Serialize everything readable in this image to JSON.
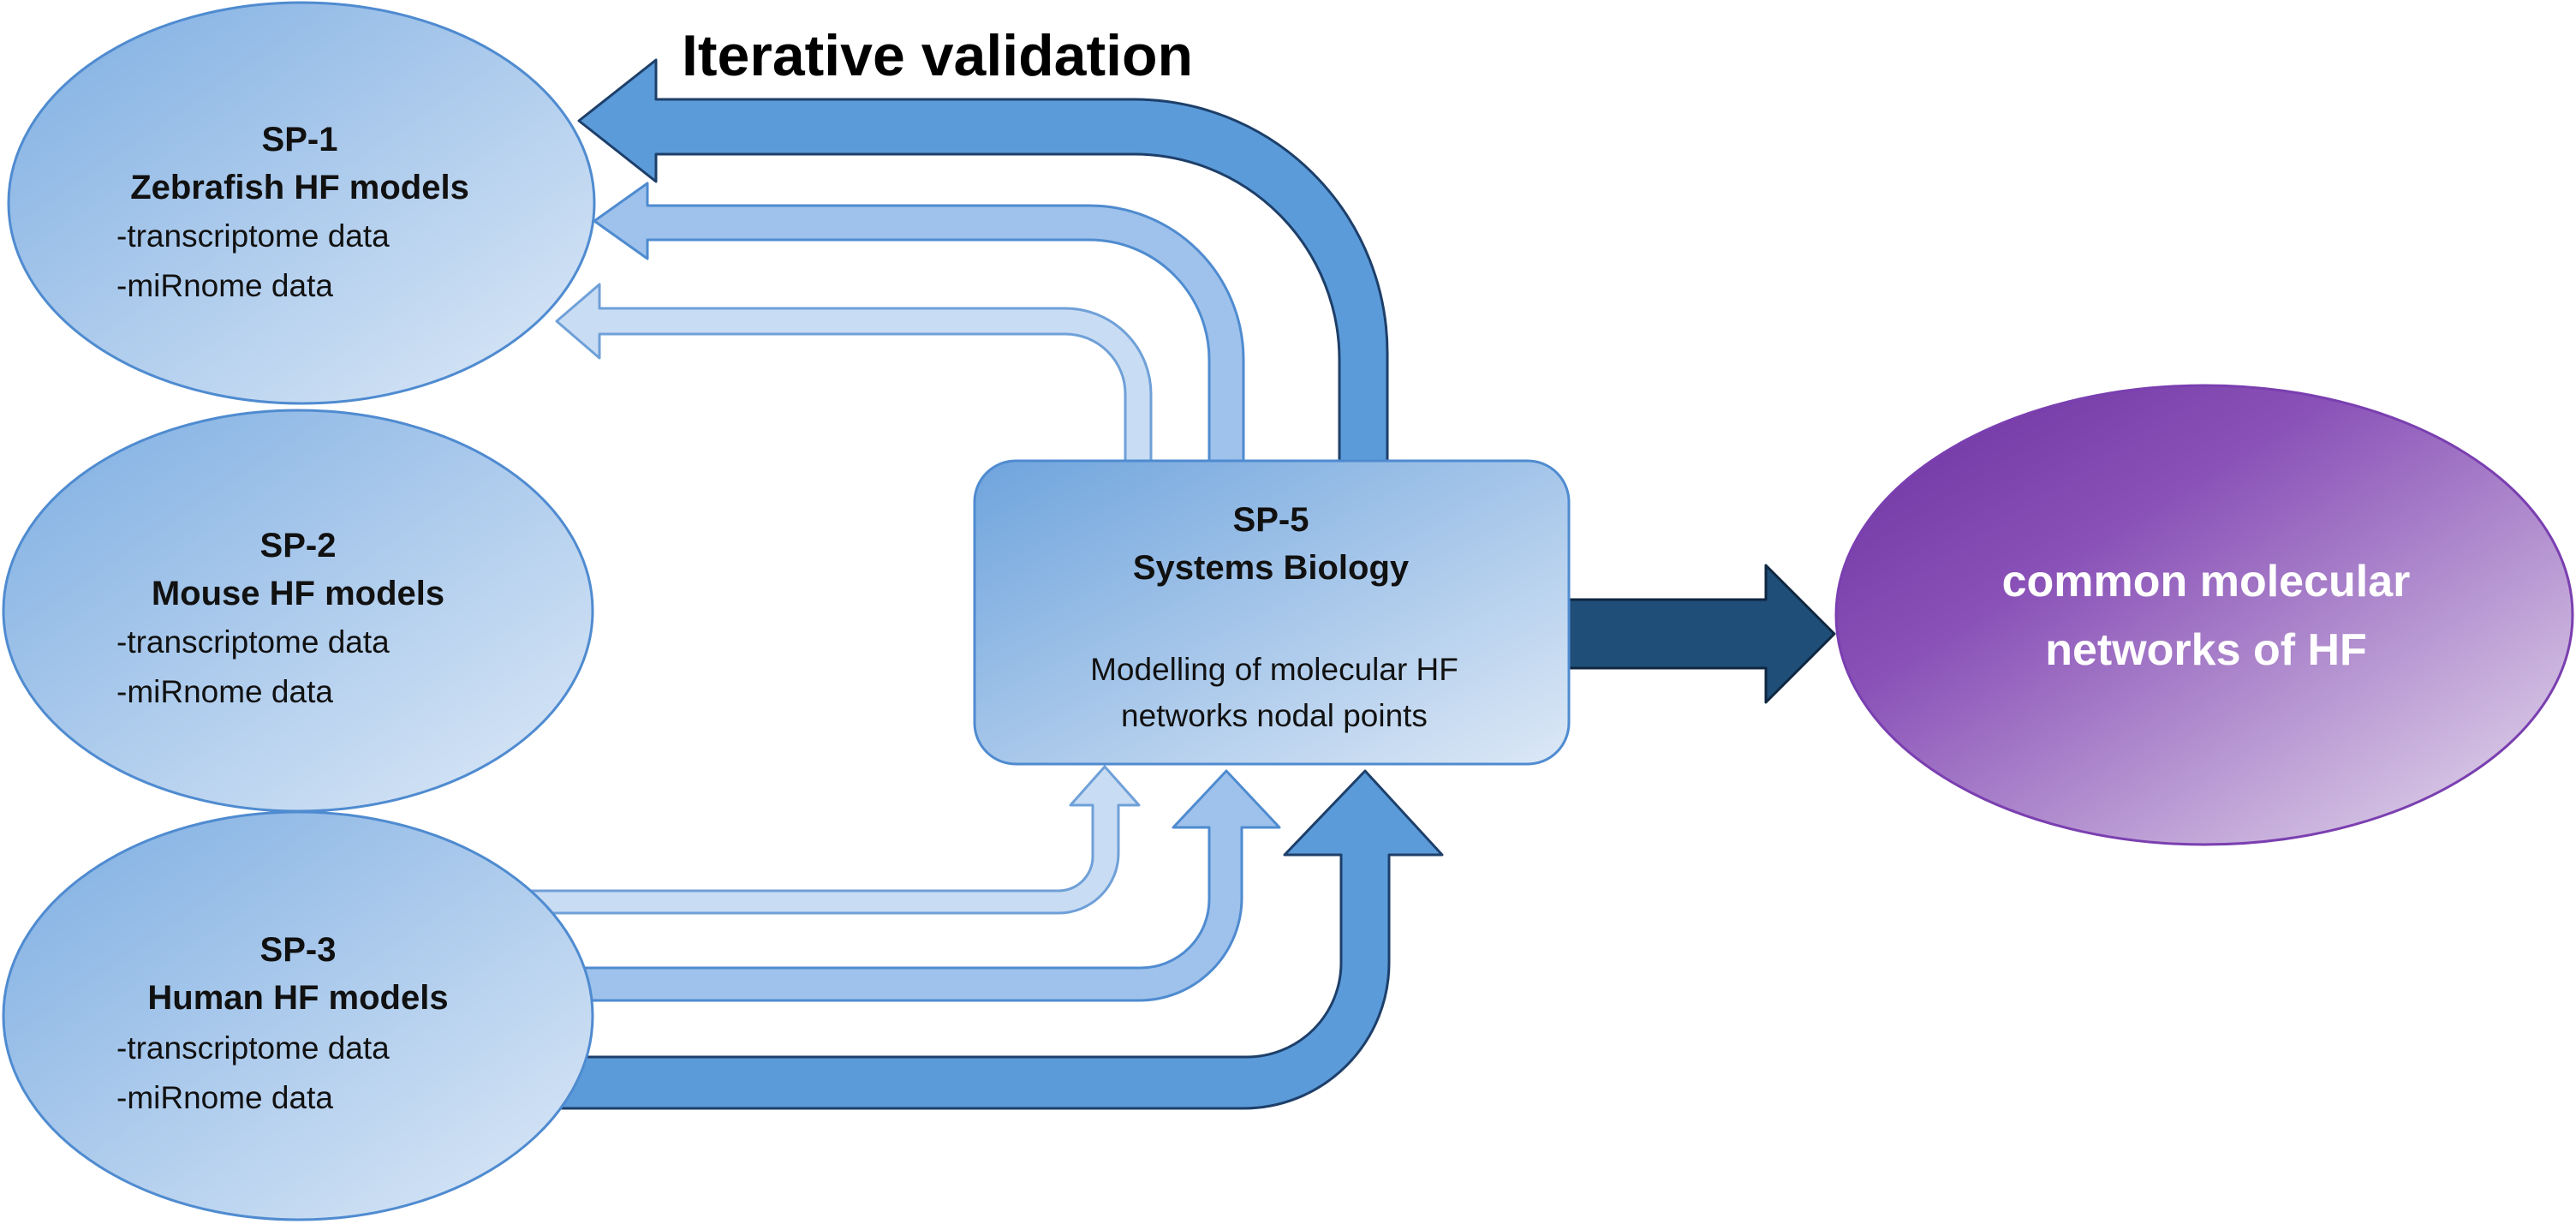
{
  "title": "Iterative validation",
  "nodes": {
    "sp1": {
      "id": "SP-1",
      "name": "Zebrafish HF models",
      "items": [
        "-transcriptome data",
        "-miRnome data"
      ]
    },
    "sp2": {
      "id": "SP-2",
      "name": "Mouse HF models",
      "items": [
        "-transcriptome data",
        "-miRnome data"
      ]
    },
    "sp3": {
      "id": "SP-3",
      "name": "Human HF models",
      "items": [
        "-transcriptome data",
        "-miRnome data"
      ]
    },
    "sp5": {
      "id": "SP-5",
      "name": "Systems Biology",
      "desc": [
        "Modelling of molecular HF",
        "networks nodal points"
      ]
    },
    "outcome": {
      "lines": [
        "common molecular",
        "networks of HF"
      ]
    }
  },
  "colors": {
    "arrow_dark": "#5b9bd9",
    "arrow_mid": "#9ec2eb",
    "arrow_light": "#c8dcf3",
    "output_arrow": "#1f4e79",
    "stroke": "#2f6db5",
    "ellipse_from": "#7eaee2",
    "ellipse_to": "#dde9f7",
    "purple_from": "#6a2f9e",
    "purple_to": "#e4dceb"
  }
}
